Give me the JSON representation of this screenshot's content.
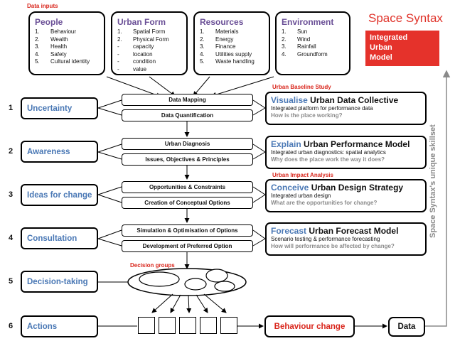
{
  "data_inputs_label": "Data inputs",
  "inputs": [
    {
      "title": "People",
      "items": [
        {
          "marker": "1.",
          "text": "Behaviour"
        },
        {
          "marker": "2.",
          "text": "Wealth"
        },
        {
          "marker": "3.",
          "text": "Health"
        },
        {
          "marker": "4.",
          "text": "Safety"
        },
        {
          "marker": "5.",
          "text": "Cultural identity"
        }
      ]
    },
    {
      "title": "Urban Form",
      "items": [
        {
          "marker": "1.",
          "text": "Spatial Form"
        },
        {
          "marker": "2.",
          "text": "Physical Form"
        },
        {
          "marker": "-",
          "text": "capacity"
        },
        {
          "marker": "-",
          "text": "location"
        },
        {
          "marker": "-",
          "text": "condition"
        },
        {
          "marker": "-",
          "text": "value"
        }
      ]
    },
    {
      "title": "Resources",
      "items": [
        {
          "marker": "1.",
          "text": "Materials"
        },
        {
          "marker": "2.",
          "text": "Energy"
        },
        {
          "marker": "3.",
          "text": "Finance"
        },
        {
          "marker": "4.",
          "text": "Utilities supply"
        },
        {
          "marker": "5.",
          "text": "Waste handling"
        }
      ]
    },
    {
      "title": "Environment",
      "items": [
        {
          "marker": "1.",
          "text": "Sun"
        },
        {
          "marker": "2.",
          "text": "Wind"
        },
        {
          "marker": "3.",
          "text": "Rainfall"
        },
        {
          "marker": "4.",
          "text": "Groundform"
        }
      ]
    }
  ],
  "brand": {
    "title": "Space Syntax",
    "box_lines": [
      "Integrated",
      "Urban",
      "Model"
    ]
  },
  "section_labels": {
    "baseline": "Urban Baseline Study",
    "impact": "Urban Impact Analysis",
    "decision_groups": "Decision groups"
  },
  "stages": [
    {
      "number": "1",
      "label": "Uncertainty"
    },
    {
      "number": "2",
      "label": "Awareness"
    },
    {
      "number": "3",
      "label": "Ideas for change"
    },
    {
      "number": "4",
      "label": "Consultation"
    },
    {
      "number": "5",
      "label": "Decision-taking"
    },
    {
      "number": "6",
      "label": "Actions"
    }
  ],
  "activities": [
    "Data Mapping",
    "Data Quantification",
    "Urban Diagnosis",
    "Issues, Objectives & Principles",
    "Opportunities & Constraints",
    "Creation of Conceptual Options",
    "Simulation & Optimisation of Options",
    "Development of Preferred Option"
  ],
  "models": [
    {
      "verb": "Visualise",
      "name": "Urban Data Collective",
      "desc": "Integrated platform for performance data",
      "question": "How is the place working?"
    },
    {
      "verb": "Explain",
      "name": "Urban Performance Model",
      "desc": "Integrated urban diagnostics: spatial analytics",
      "question": "Why does the place work the way it does?"
    },
    {
      "verb": "Conceive",
      "name": "Urban Design Strategy",
      "desc": "Integrated urban design",
      "question": "What are the opportunities for change?"
    },
    {
      "verb": "Forecast",
      "name": "Urban Forecast Model",
      "desc": "Scenario testing & performance forecasting",
      "question": "How will performance be affected by change?"
    }
  ],
  "behaviour_change": "Behaviour change",
  "data_box": "Data",
  "vertical_label": "Space Syntax's unique skillset",
  "colors": {
    "accent_red": "#e5322b",
    "stage_blue": "#4a78b5",
    "input_purple": "#6a4f96",
    "question_grey": "#8a8a8a"
  }
}
